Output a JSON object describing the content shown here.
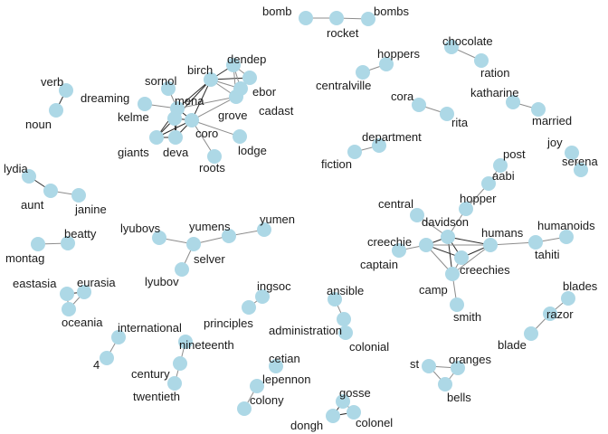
{
  "graph": {
    "node_color": "#add8e6",
    "edge_color": "#8c8c8c",
    "label_color": "#1a1a1a",
    "nodes": [
      "bomb",
      "rocket",
      "bombs",
      "chocolate",
      "ration",
      "hoppers",
      "centralville",
      "verb",
      "noun",
      "dendep",
      "birch",
      "sornol",
      "ebor",
      "dreaming",
      "mena",
      "grove",
      "cadast",
      "kelme",
      "coro",
      "lodge",
      "giants",
      "deva",
      "roots",
      "cora",
      "rita",
      "katharine",
      "married",
      "department",
      "fiction",
      "joy",
      "serena",
      "post",
      "aabi",
      "hopper",
      "lydia",
      "aunt",
      "janine",
      "central",
      "davidson",
      "humans",
      "humanoids",
      "tahiti",
      "creechie",
      "captain",
      "creechies",
      "camp",
      "smith",
      "lyubovs",
      "yumens",
      "yumen",
      "selver",
      "lyubov",
      "beatty",
      "montag",
      "eastasia",
      "eurasia",
      "oceania",
      "blades",
      "razor",
      "blade",
      "ingsoc",
      "principles",
      "ansible",
      "administration",
      "colonial",
      "international",
      "4",
      "nineteenth",
      "century",
      "twentieth",
      "st",
      "oranges",
      "bells",
      "cetian",
      "lepennon",
      "colony",
      "gosse",
      "dongh",
      "colonel"
    ],
    "edges": [
      [
        "bomb",
        "rocket"
      ],
      [
        "rocket",
        "bombs"
      ],
      [
        "chocolate",
        "ration"
      ],
      [
        "hoppers",
        "centralville"
      ],
      [
        "verb",
        "noun"
      ],
      [
        "birch",
        "dendep"
      ],
      [
        "birch",
        "ebor"
      ],
      [
        "birch",
        "cadast"
      ],
      [
        "birch",
        "grove"
      ],
      [
        "birch",
        "mena"
      ],
      [
        "birch",
        "coro"
      ],
      [
        "birch",
        "kelme"
      ],
      [
        "dendep",
        "ebor"
      ],
      [
        "dendep",
        "grove"
      ],
      [
        "dendep",
        "cadast"
      ],
      [
        "ebor",
        "grove"
      ],
      [
        "ebor",
        "cadast"
      ],
      [
        "grove",
        "cadast"
      ],
      [
        "mena",
        "coro"
      ],
      [
        "mena",
        "kelme"
      ],
      [
        "mena",
        "giants"
      ],
      [
        "mena",
        "deva"
      ],
      [
        "mena",
        "dreaming"
      ],
      [
        "mena",
        "sornol"
      ],
      [
        "mena",
        "grove"
      ],
      [
        "coro",
        "kelme"
      ],
      [
        "coro",
        "giants"
      ],
      [
        "coro",
        "deva"
      ],
      [
        "coro",
        "lodge"
      ],
      [
        "coro",
        "roots"
      ],
      [
        "coro",
        "grove"
      ],
      [
        "kelme",
        "giants"
      ],
      [
        "kelme",
        "deva"
      ],
      [
        "giants",
        "deva"
      ],
      [
        "cora",
        "rita"
      ],
      [
        "katharine",
        "married"
      ],
      [
        "department",
        "fiction"
      ],
      [
        "joy",
        "serena"
      ],
      [
        "post",
        "aabi"
      ],
      [
        "aabi",
        "hopper"
      ],
      [
        "lydia",
        "aunt"
      ],
      [
        "aunt",
        "janine"
      ],
      [
        "central",
        "davidson"
      ],
      [
        "davidson",
        "hopper"
      ],
      [
        "davidson",
        "humans"
      ],
      [
        "davidson",
        "creechie"
      ],
      [
        "davidson",
        "creechies"
      ],
      [
        "davidson",
        "camp"
      ],
      [
        "humans",
        "creechie"
      ],
      [
        "humans",
        "creechies"
      ],
      [
        "humans",
        "tahiti"
      ],
      [
        "humans",
        "camp"
      ],
      [
        "humanoids",
        "tahiti"
      ],
      [
        "creechie",
        "captain"
      ],
      [
        "creechie",
        "creechies"
      ],
      [
        "creechie",
        "camp"
      ],
      [
        "creechies",
        "camp"
      ],
      [
        "camp",
        "smith"
      ],
      [
        "lyubovs",
        "selver"
      ],
      [
        "yumens",
        "selver"
      ],
      [
        "yumens",
        "yumen"
      ],
      [
        "selver",
        "lyubov"
      ],
      [
        "beatty",
        "montag"
      ],
      [
        "eastasia",
        "eurasia"
      ],
      [
        "eastasia",
        "oceania"
      ],
      [
        "eurasia",
        "oceania"
      ],
      [
        "blades",
        "razor"
      ],
      [
        "razor",
        "blade"
      ],
      [
        "ingsoc",
        "principles"
      ],
      [
        "ansible",
        "administration"
      ],
      [
        "administration",
        "colonial"
      ],
      [
        "international",
        "4"
      ],
      [
        "nineteenth",
        "century"
      ],
      [
        "century",
        "twentieth"
      ],
      [
        "st",
        "oranges"
      ],
      [
        "st",
        "bells"
      ],
      [
        "oranges",
        "bells"
      ],
      [
        "lepennon",
        "colony"
      ],
      [
        "gosse",
        "dongh"
      ],
      [
        "gosse",
        "colonel"
      ],
      [
        "dongh",
        "colonel"
      ]
    ]
  }
}
